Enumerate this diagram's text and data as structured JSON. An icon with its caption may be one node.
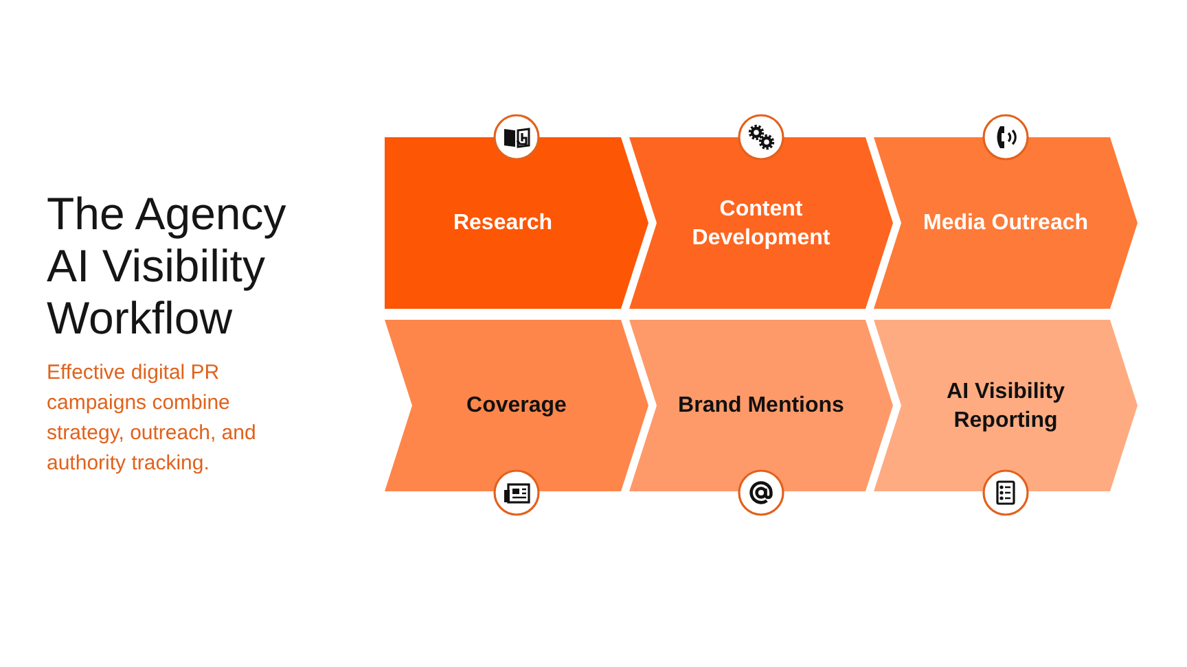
{
  "diagram": {
    "title": "The Agency AI Visibility Workflow",
    "nodes": [
      {
        "text": [
          "Research"
        ]
      },
      {
        "text": [
          "Content Development"
        ]
      },
      {
        "text": [
          "Media Outreach"
        ]
      },
      {
        "text": [
          "Coverage"
        ]
      },
      {
        "text": [
          "Brand Mentions"
        ]
      },
      {
        "text": [
          "AI Visibility Reporting"
        ]
      }
    ],
    "labels": [
      "Effective digital PR campaigns combine strategy, outreach, and authority tracking."
    ]
  }
}
